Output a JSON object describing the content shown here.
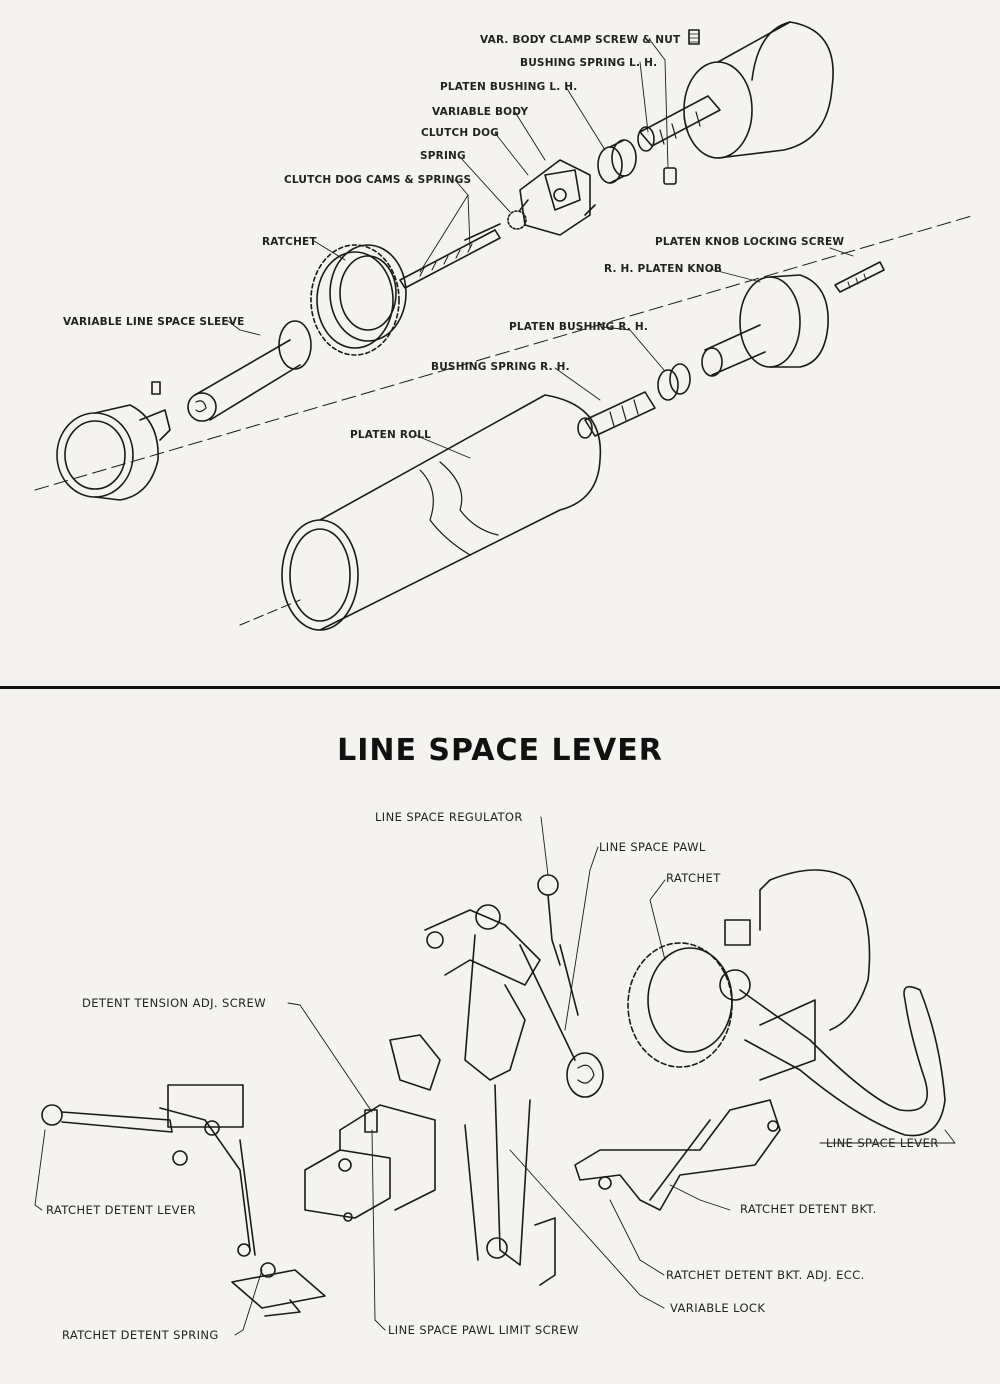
{
  "top": {
    "labels": {
      "var_body_clamp": "VAR. BODY CLAMP SCREW & NUT",
      "bushing_spring_lh": "BUSHING SPRING L. H.",
      "platen_bushing_lh": "PLATEN BUSHING L. H.",
      "variable_body": "VARIABLE BODY",
      "clutch_dog": "CLUTCH DOG",
      "spring": "SPRING",
      "clutch_dog_cams": "CLUTCH DOG CAMS & SPRINGS",
      "ratchet": "RATCHET",
      "platen_knob_locking_screw": "PLATEN KNOB LOCKING SCREW",
      "rh_platen_knob": "R. H. PLATEN KNOB",
      "variable_line_space_sleeve": "VARIABLE LINE SPACE SLEEVE",
      "platen_bushing_rh": "PLATEN BUSHING R. H.",
      "bushing_spring_rh": "BUSHING SPRING R. H.",
      "platen_roll": "PLATEN ROLL"
    }
  },
  "bottom": {
    "title": "LINE SPACE LEVER",
    "labels": {
      "line_space_regulator": "LINE SPACE REGULATOR",
      "line_space_pawl": "LINE SPACE PAWL",
      "ratchet": "RATCHET",
      "detent_tension_adj_screw": "DETENT TENSION ADJ. SCREW",
      "line_space_lever": "LINE SPACE LEVER",
      "ratchet_detent_lever": "RATCHET DETENT LEVER",
      "ratchet_detent_bkt": "RATCHET DETENT BKT.",
      "ratchet_detent_bkt_adj_ecc": "RATCHET DETENT BKT. ADJ. ECC.",
      "variable_lock": "VARIABLE LOCK",
      "ratchet_detent_spring": "RATCHET DETENT SPRING",
      "line_space_pawl_limit_screw": "LINE SPACE PAWL LIMIT SCREW"
    }
  }
}
